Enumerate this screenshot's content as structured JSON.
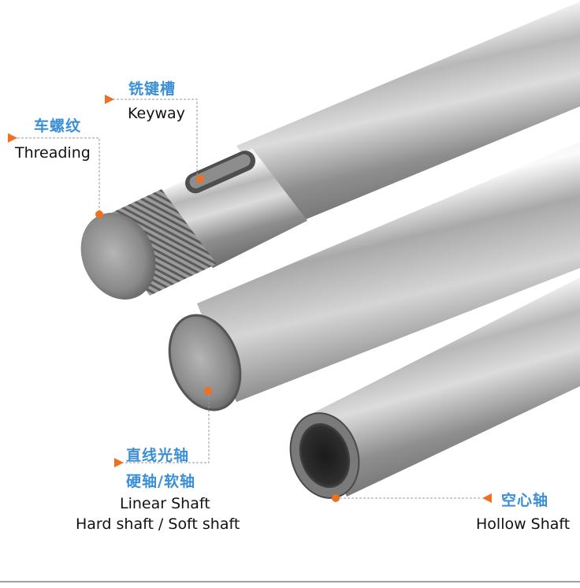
{
  "colors": {
    "accent_orange": "#f07020",
    "label_blue": "#3a8fd6",
    "text_dark": "#111111",
    "leader_line": "#9a9a9a"
  },
  "callouts": {
    "threading": {
      "cn": "车螺纹",
      "en": "Threading"
    },
    "keyway": {
      "cn": "铣键槽",
      "en": "Keyway"
    },
    "linear_shaft": {
      "cn_line1": "直线光轴",
      "cn_line2": "硬轴/软轴",
      "en_line1": "Linear Shaft",
      "en_line2": "Hard shaft / Soft shaft"
    },
    "hollow_shaft": {
      "cn": "空心轴",
      "en": "Hollow Shaft"
    }
  }
}
